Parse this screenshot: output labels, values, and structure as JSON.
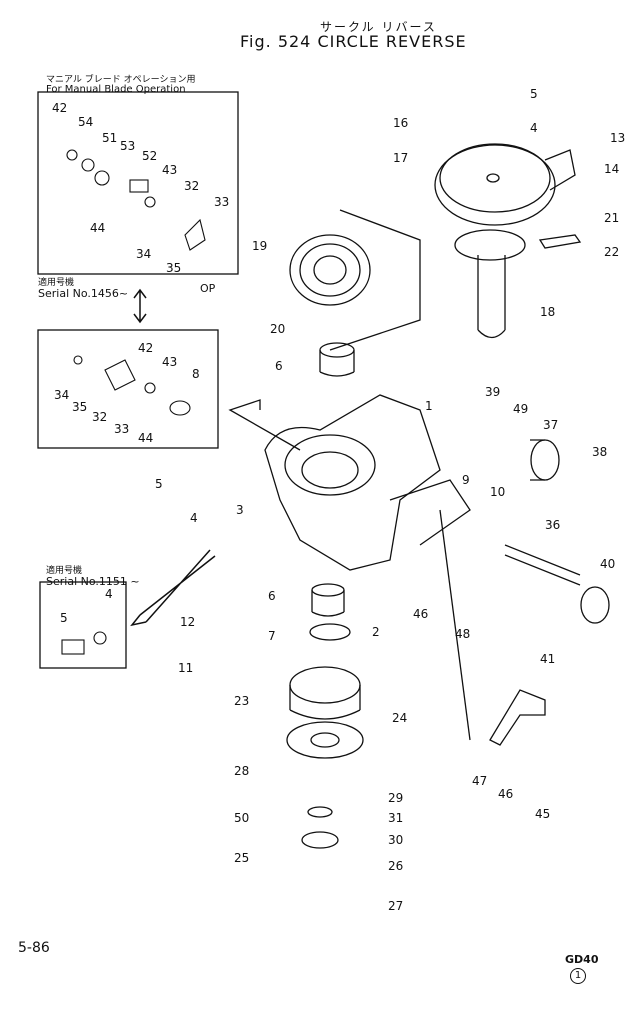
{
  "header": {
    "title_jp": "サークル リバース",
    "title": "Fig. 524  CIRCLE REVERSE"
  },
  "insets": {
    "manual_blade_jp": "マニアル ブレード オペレーション用",
    "manual_blade_en": "For Manual Blade Operation",
    "applicable_jp_1": "適用号機",
    "serial_1456": "Serial  No.1456~",
    "op_label": "OP",
    "applicable_jp_2": "適用号機",
    "serial_1151": "Serial  No.1151 ~"
  },
  "callouts": {
    "c1": "1",
    "c2": "2",
    "c3": "3",
    "c4a": "4",
    "c4b": "4",
    "c4c": "4",
    "c5a": "5",
    "c5b": "5",
    "c5c": "5",
    "c6a": "6",
    "c6b": "6",
    "c7": "7",
    "c8": "8",
    "c9": "9",
    "c10": "10",
    "c11": "11",
    "c12": "12",
    "c13": "13",
    "c14": "14",
    "c16": "16",
    "c17": "17",
    "c18": "18",
    "c19": "19",
    "c20": "20",
    "c21": "21",
    "c22": "22",
    "c23": "23",
    "c24": "24",
    "c25": "25",
    "c26": "26",
    "c27": "27",
    "c28": "28",
    "c29": "29",
    "c30": "30",
    "c31": "31",
    "c32a": "32",
    "c32b": "32",
    "c33a": "33",
    "c33b": "33",
    "c34a": "34",
    "c34b": "34",
    "c35a": "35",
    "c35b": "35",
    "c36": "36",
    "c37": "37",
    "c38": "38",
    "c39": "39",
    "c40": "40",
    "c41": "41",
    "c42a": "42",
    "c42b": "42",
    "c43a": "43",
    "c43b": "43",
    "c44a": "44",
    "c44b": "44",
    "c45": "45",
    "c46a": "46",
    "c46b": "46",
    "c47": "47",
    "c48": "48",
    "c49": "49",
    "c50": "50",
    "c51": "51",
    "c52": "52",
    "c53": "53",
    "c54": "54"
  },
  "footer": {
    "page": "5-86",
    "model": "GD40",
    "revision": "1"
  }
}
